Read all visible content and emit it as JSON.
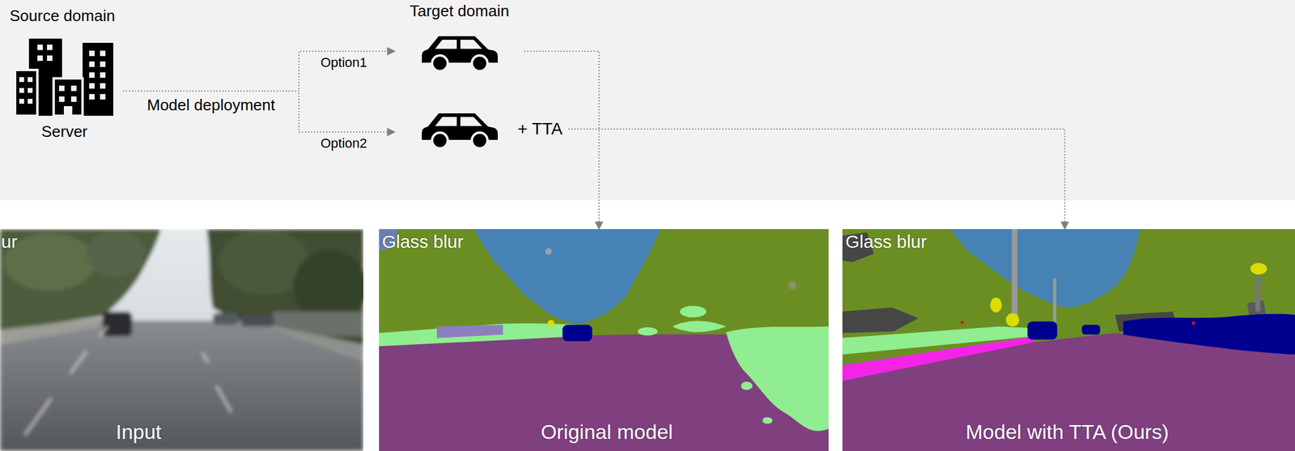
{
  "diagram": {
    "nodes": [
      {
        "text": [
          "Source domain",
          "Server"
        ]
      },
      {
        "text": [
          "Target domain"
        ]
      },
      {
        "text": [
          "+ TTA"
        ]
      },
      {
        "text": [
          "ur",
          "Input"
        ]
      },
      {
        "text": [
          "Glass blur",
          "Original model"
        ]
      },
      {
        "text": [
          "Glass blur",
          "Model with TTA (Ours)"
        ]
      }
    ],
    "edges": [
      {
        "from": 0,
        "to": 1,
        "arrow": "to",
        "label": "Option1"
      },
      {
        "from": 0,
        "to": 2,
        "arrow": "to",
        "label": "Option2"
      },
      {
        "from": 1,
        "to": 4,
        "arrow": "to"
      },
      {
        "from": 2,
        "to": 5,
        "arrow": "to"
      }
    ],
    "labels": [
      "Model deployment"
    ]
  }
}
